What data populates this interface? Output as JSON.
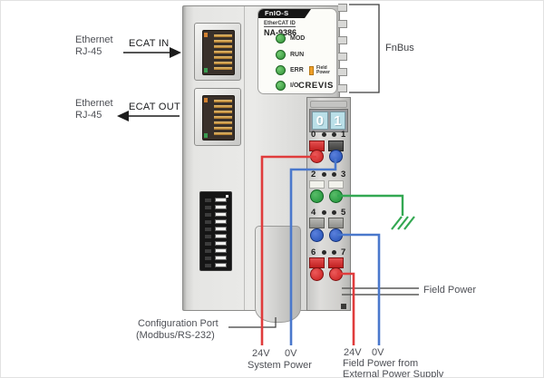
{
  "diagram": {
    "left_annotations": {
      "eth_in_line1": "Ethernet",
      "eth_in_line2": "RJ-45",
      "ecat_in": "ECAT IN",
      "eth_out_line1": "Ethernet",
      "eth_out_line2": "RJ-45",
      "ecat_out": "ECAT OUT"
    },
    "right_annotations": {
      "fnbus": "FnBus",
      "field_power": "Field Power"
    },
    "bottom_annotations": {
      "config_line1": "Configuration Port",
      "config_line2": "(Modbus/RS-232)",
      "sys_24v": "24V",
      "sys_0v": "0V",
      "sys_caption": "System Power",
      "fld_24v": "24V",
      "fld_0v": "0V",
      "fld_line1": "Field Power from",
      "fld_line2": "External Power Supply"
    }
  },
  "device": {
    "panel": {
      "series": "FnIO-S",
      "id_label": "EtherCAT ID",
      "model": "NA-9386",
      "leds": [
        {
          "label": "MOD",
          "color": "green"
        },
        {
          "label": "RUN",
          "color": "green"
        },
        {
          "label": "ERR",
          "color": "green"
        },
        {
          "label": "I/O",
          "color": "green"
        }
      ],
      "field_led_line1": "Field",
      "field_led_line2": "Power",
      "brand": "CREVIS"
    },
    "node_display": {
      "digits": [
        "0",
        "1"
      ]
    },
    "terminal": {
      "rows": [
        {
          "left": "0",
          "right": "1",
          "square_colors": [
            "red",
            "dark-gray"
          ],
          "circle_colors": [
            "red",
            "blue"
          ]
        },
        {
          "left": "2",
          "right": "3",
          "square_colors": [
            "white",
            "white"
          ],
          "circle_colors": [
            "green",
            "green"
          ]
        },
        {
          "left": "4",
          "right": "5",
          "square_colors": [
            "gray",
            "gray"
          ],
          "circle_colors": [
            "blue",
            "blue"
          ]
        },
        {
          "left": "6",
          "right": "7",
          "square_colors": [
            "red",
            "red"
          ],
          "circle_colors": [
            "red",
            "red"
          ]
        }
      ]
    }
  },
  "colors": {
    "wire_red": "#e03c3c",
    "wire_blue": "#4a78cc",
    "wire_green": "#33a852",
    "led_green": "#35a23c",
    "field_led_orange": "#f0a028",
    "annotation_text": "#4e5056"
  }
}
